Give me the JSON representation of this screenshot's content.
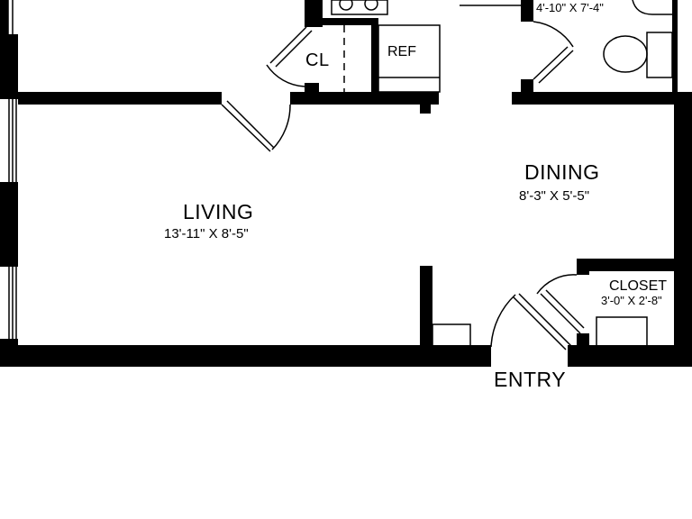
{
  "rooms": {
    "living": {
      "label": "LIVING",
      "dims": "13'-11\" X 8'-5\""
    },
    "dining": {
      "label": "DINING",
      "dims": "8'-3\" X 5'-5\""
    },
    "closet": {
      "label": "CLOSET",
      "dims": "3'-0\" X 2'-8\""
    },
    "bath": {
      "dims": "4'-10\" X 7'-4\""
    },
    "cl": {
      "label": "CL"
    },
    "ref": {
      "label": "REF"
    },
    "entry": {
      "label": "ENTRY"
    }
  },
  "colors": {
    "wall": "#000000",
    "background": "#ffffff"
  }
}
